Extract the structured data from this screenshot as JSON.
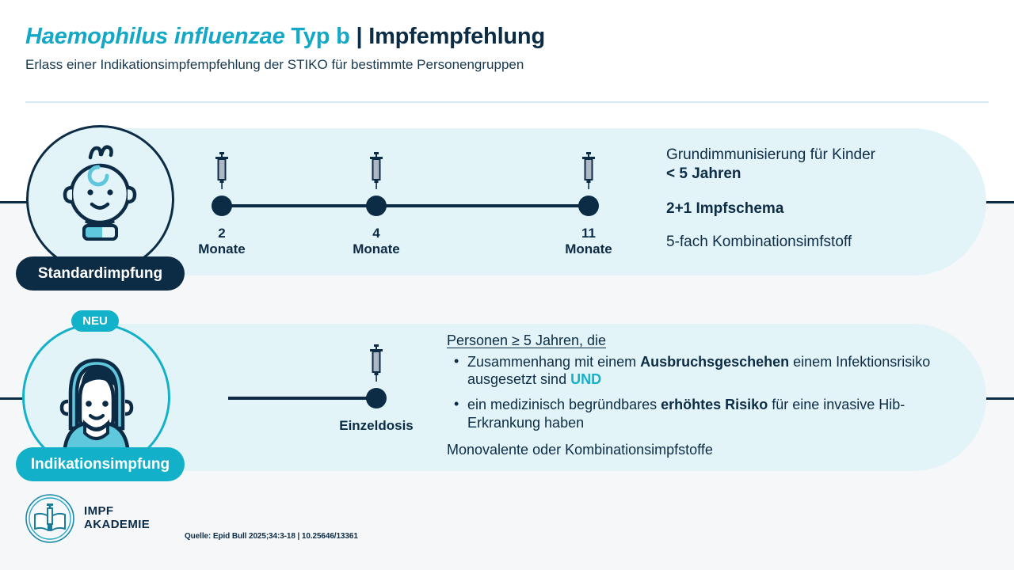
{
  "header": {
    "title_italic": "Haemophilus influenzae",
    "title_teal": " Typ b",
    "title_dark": " | Impfempfehlung",
    "subtitle": "Erlass einer Indikationsimpfempfehlung der STIKO für bestimmte Personengruppen"
  },
  "section_standard": {
    "badge": "Standardimpfung",
    "avatar_icon": "baby-face-icon",
    "timeline": [
      {
        "number": "2",
        "unit": "Monate",
        "icon": "syringe-icon"
      },
      {
        "number": "4",
        "unit": "Monate",
        "icon": "syringe-icon"
      },
      {
        "number": "11",
        "unit": "Monate",
        "icon": "syringe-icon"
      }
    ],
    "text_line1_plain": "Grundimmunisierung für Kinder",
    "text_line1_bold": "< 5 Jahren",
    "text_line2": "2+1 Impfschema",
    "text_line3": "5-fach Kombinationsimfstoff"
  },
  "section_indikation": {
    "badge": "Indikationsimpfung",
    "new_badge": "NEU",
    "avatar_icon": "woman-face-icon",
    "dose_label": "Einzeldosis",
    "dose_icon": "syringe-icon",
    "heading": "Personen ≥ 5 Jahren, die",
    "bullet_marker": "•",
    "bullet1": {
      "pre": "Zusammenhang mit einem ",
      "bold": "Ausbruchsgeschehen",
      "mid": " einem Infektionsrisiko ausgesetzt sind ",
      "accent": "UND"
    },
    "bullet2": {
      "pre": "ein medizinisch begründbares ",
      "bold": "erhöhtes Risiko",
      "post": " für eine invasive Hib-Erkrankung haben"
    },
    "footer_line": "Monovalente oder Kombinationsimpfstoffe"
  },
  "logo": {
    "icon": "impf-akademie-book-syringe-icon",
    "line1": "IMPF",
    "line2": "AKADEMIE"
  },
  "source": "Quelle: Epid Bull 2025;34:3-18 | 10.25646/13361",
  "colors": {
    "navy": "#0c2c46",
    "teal": "#13a8c6",
    "cyan": "#12b2cb",
    "panel_bg": "#e3f4f9",
    "page_lower_bg": "#f5f7f9"
  }
}
